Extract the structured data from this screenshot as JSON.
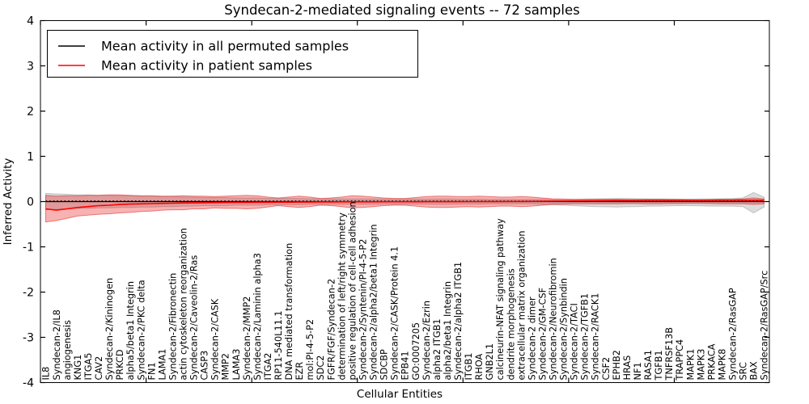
{
  "title": "Syndecan-2-mediated signaling events -- 72 samples",
  "legend": {
    "entries": [
      {
        "label": "Mean activity in all permuted samples",
        "color": "#000000"
      },
      {
        "label": "Mean activity in patient samples",
        "color": "#ff0000"
      }
    ]
  },
  "chart_data": {
    "type": "line",
    "title": "Syndecan-2-mediated signaling events -- 72 samples",
    "xlabel": "Cellular Entities",
    "ylabel": "Inferred Activity",
    "ylim": [
      -4,
      4
    ],
    "y_major_ticks": [
      -4,
      -3,
      -2,
      -1,
      0,
      1,
      2,
      3,
      4
    ],
    "x_tick_step": 10,
    "grid": false,
    "legend_position": "upper left",
    "categories": [
      "IL8",
      "Syndecan-2/IL8",
      "angiogenesis",
      "KNG1",
      "ITGA5",
      "CAV2",
      "Syndecan-2/Kininogen",
      "PRKCD",
      "alpha5/beta1 Integrin",
      "Syndecan-2/PKC delta",
      "FN1",
      "LAMA1",
      "Syndecan-2/Fibronectin",
      "actin cytoskeleton reorganization",
      "Syndecan-2/Caveolin-2/Ras",
      "CASP3",
      "Syndecan-2/CASK",
      "MMP2",
      "LAMA3",
      "Syndecan-2/MMP2",
      "Syndecan-2/Laminin alpha3",
      "ITGA2",
      "RP11-540L11.1",
      "DNA mediated transformation",
      "EZR",
      "mol:PI-4-5-P2",
      "SDC2",
      "FGFR/FGF/Syndecan-2",
      "determination of left/right symmetry",
      "positive regulation of cell-cell adhesion",
      "Syndecan-2/Syntenin/PI-4-5-P2",
      "Syndecan-2/alpha2/beta1 Integrin",
      "SDCBP",
      "Syndecan-2/CASK/Protein 4.1",
      "EPB41",
      "GO:0007205",
      "Syndecan-2/Ezrin",
      "alpha2 ITGB1",
      "alpha2/beta1 Integrin",
      "Syndecan-2/alpha2 ITGB1",
      "ITGB1",
      "RHOA",
      "GNB2L1",
      "calcineurin-NFAT signaling pathway",
      "dendrite morphogenesis",
      "extracellular matrix organization",
      "Syndecan-2 dimer",
      "Syndecan-2/GM-CSF",
      "Syndecan-2/Neurofibromin",
      "Syndecan-2/Synbindin",
      "Syndecan-2/TACI",
      "Syndecan-2/TGFB1",
      "Syndecan-2/RACK1",
      "CSF2",
      "EPHB2",
      "HRAS",
      "NF1",
      "RASA1",
      "TGFB1",
      "TNFRSF13B",
      "TRAPPC4",
      "MAPK1",
      "MAPK3",
      "PRKACA",
      "MAPK8",
      "Syndecan-2/RasGAP",
      "SRC",
      "BAX",
      "Syndecan-2/RasGAP/Src"
    ],
    "series": [
      {
        "name": "Mean activity in all permuted samples",
        "color": "#000000",
        "style": "solid",
        "width": 1.3,
        "constant": 0.0
      },
      {
        "name": "permuted reference (dotted)",
        "color": "#000000",
        "style": "dotted",
        "width": 1.4,
        "constant": 0.012
      },
      {
        "name": "Mean activity in patient samples",
        "color": "#ff0000",
        "style": "solid",
        "width": 1.6,
        "values": [
          -0.16,
          -0.19,
          -0.16,
          -0.13,
          -0.11,
          -0.09,
          -0.08,
          -0.065,
          -0.055,
          -0.05,
          -0.045,
          -0.04,
          -0.035,
          -0.03,
          -0.028,
          -0.025,
          -0.022,
          -0.02,
          -0.018,
          -0.016,
          -0.015,
          -0.014,
          -0.012,
          -0.012,
          -0.01,
          -0.01,
          -0.008,
          -0.008,
          -0.006,
          -0.006,
          -0.005,
          -0.005,
          -0.004,
          -0.004,
          -0.003,
          -0.003,
          -0.002,
          -0.002,
          -0.002,
          -0.001,
          0,
          0,
          0.001,
          0.002,
          0.003,
          0.004,
          0.005,
          0.007,
          0.01,
          0.012,
          0.015,
          0.018,
          0.02,
          0.022,
          0.025,
          0.025,
          0.026,
          0.027,
          0.027,
          0.028,
          0.028,
          0.028,
          0.029,
          0.029,
          0.03,
          0.03,
          0.03,
          0.03,
          0.03
        ]
      }
    ],
    "bands": [
      {
        "name": "permuted samples band",
        "fill": "rgba(128,128,128,0.28)",
        "edge": "rgba(128,128,128,0.40)",
        "upper": [
          0.18,
          0.17,
          0.16,
          0.15,
          0.15,
          0.14,
          0.14,
          0.13,
          0.13,
          0.12,
          0.12,
          0.11,
          0.11,
          0.1,
          0.1,
          0.09,
          0.09,
          0.09,
          0.08,
          0.08,
          0.08,
          0.07,
          0.07,
          0.07,
          0.07,
          0.06,
          0.06,
          0.06,
          0.06,
          0.06,
          0.06,
          0.06,
          0.055,
          0.055,
          0.055,
          0.055,
          0.055,
          0.06,
          0.06,
          0.055,
          0.055,
          0.055,
          0.05,
          0.05,
          0.05,
          0.05,
          0.05,
          0.05,
          0.05,
          0.05,
          0.05,
          0.055,
          0.06,
          0.065,
          0.07,
          0.07,
          0.065,
          0.06,
          0.06,
          0.06,
          0.055,
          0.055,
          0.06,
          0.06,
          0.065,
          0.07,
          0.08,
          0.2,
          0.1
        ],
        "lower": [
          -0.18,
          -0.17,
          -0.16,
          -0.15,
          -0.15,
          -0.14,
          -0.14,
          -0.13,
          -0.13,
          -0.12,
          -0.12,
          -0.11,
          -0.11,
          -0.1,
          -0.1,
          -0.09,
          -0.09,
          -0.09,
          -0.08,
          -0.08,
          -0.08,
          -0.07,
          -0.07,
          -0.07,
          -0.07,
          -0.06,
          -0.06,
          -0.06,
          -0.06,
          -0.06,
          -0.06,
          -0.06,
          -0.055,
          -0.055,
          -0.055,
          -0.055,
          -0.055,
          -0.06,
          -0.06,
          -0.055,
          -0.055,
          -0.055,
          -0.05,
          -0.05,
          -0.05,
          -0.05,
          -0.05,
          -0.06,
          -0.07,
          -0.08,
          -0.09,
          -0.1,
          -0.11,
          -0.115,
          -0.12,
          -0.115,
          -0.11,
          -0.1,
          -0.1,
          -0.095,
          -0.09,
          -0.09,
          -0.095,
          -0.1,
          -0.1,
          -0.1,
          -0.11,
          -0.25,
          -0.12
        ]
      },
      {
        "name": "patient samples band",
        "fill": "rgba(235,20,20,0.33)",
        "edge": "rgba(220,20,20,0.50)",
        "upper": [
          0.14,
          0.12,
          0.13,
          0.13,
          0.14,
          0.14,
          0.15,
          0.15,
          0.14,
          0.13,
          0.13,
          0.12,
          0.12,
          0.13,
          0.12,
          0.12,
          0.11,
          0.12,
          0.13,
          0.14,
          0.13,
          0.1,
          0.08,
          0.1,
          0.12,
          0.1,
          0.07,
          0.08,
          0.1,
          0.13,
          0.12,
          0.1,
          0.08,
          0.07,
          0.07,
          0.09,
          0.11,
          0.12,
          0.12,
          0.11,
          0.11,
          0.12,
          0.11,
          0.1,
          0.1,
          0.11,
          0.1,
          0.08,
          0.06,
          0.055,
          0.05,
          0.05,
          0.05,
          0.05,
          0.05,
          0.045,
          0.045,
          0.05,
          0.05,
          0.045,
          0.045,
          0.04,
          0.04,
          0.045,
          0.05,
          0.05,
          0.06,
          0.08,
          0.06
        ],
        "lower": [
          -0.45,
          -0.42,
          -0.37,
          -0.32,
          -0.3,
          -0.28,
          -0.27,
          -0.25,
          -0.24,
          -0.22,
          -0.21,
          -0.19,
          -0.18,
          -0.18,
          -0.16,
          -0.16,
          -0.14,
          -0.15,
          -0.15,
          -0.16,
          -0.15,
          -0.12,
          -0.09,
          -0.11,
          -0.13,
          -0.11,
          -0.08,
          -0.09,
          -0.11,
          -0.14,
          -0.13,
          -0.11,
          -0.09,
          -0.08,
          -0.08,
          -0.1,
          -0.12,
          -0.13,
          -0.13,
          -0.12,
          -0.11,
          -0.12,
          -0.11,
          -0.1,
          -0.1,
          -0.11,
          -0.1,
          -0.08,
          -0.06,
          -0.055,
          -0.05,
          -0.05,
          -0.05,
          -0.05,
          -0.05,
          -0.045,
          -0.045,
          -0.05,
          -0.05,
          -0.045,
          -0.045,
          -0.04,
          -0.04,
          -0.045,
          -0.05,
          -0.05,
          -0.05,
          -0.06,
          -0.05
        ]
      }
    ]
  }
}
